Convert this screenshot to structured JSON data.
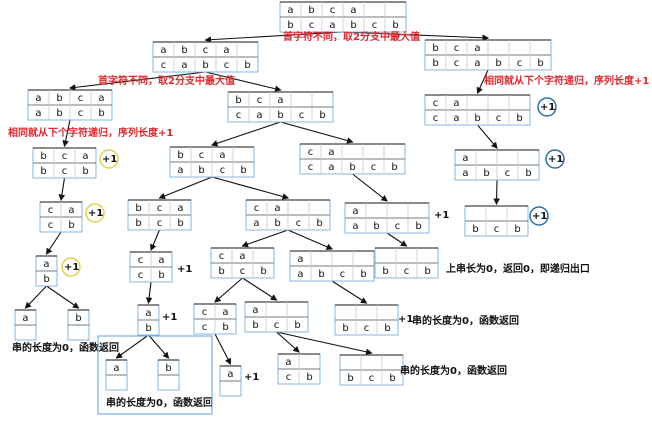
{
  "notes": {
    "root_note": "首字符不同，取2分支中最大值",
    "left_note": "首字符不同，取2分支中最大值",
    "right_note": "相同就从下个字符递归，序列长度+1",
    "left2_note": "相同就从下个字符递归，序列长度+1",
    "end_right": "上串长为0，返回0，即递归出口",
    "end_a": "串的长度为0，函数返回",
    "end_b": "串的长度为0，函数返回",
    "end_c": "串的长度为0，函数返回",
    "end_d": "串的长度为0，函数返回"
  },
  "plus_label": "+1",
  "nodes": {
    "n_root": {
      "top": [
        "a",
        "b",
        "c",
        "a"
      ],
      "bottom": [
        "b",
        "c",
        "a",
        "b",
        "c",
        "b"
      ]
    },
    "n_L": {
      "top": [
        "a",
        "b",
        "c",
        "a"
      ],
      "bottom": [
        "c",
        "a",
        "b",
        "c",
        "b"
      ]
    },
    "n_R": {
      "top": [
        "b",
        "c",
        "a"
      ],
      "bottom": [
        "b",
        "c",
        "a",
        "b",
        "c",
        "b"
      ]
    },
    "n_LL": {
      "top": [
        "a",
        "b",
        "c",
        "a"
      ],
      "bottom": [
        "a",
        "b",
        "c",
        "b"
      ]
    },
    "n_LR": {
      "top": [
        "b",
        "c",
        "a"
      ],
      "bottom": [
        "c",
        "a",
        "b",
        "c",
        "b"
      ]
    },
    "n_R1": {
      "top": [
        "c",
        "a"
      ],
      "bottom": [
        "c",
        "a",
        "b",
        "c",
        "b"
      ]
    },
    "n_LL1": {
      "top": [
        "b",
        "c",
        "a"
      ],
      "bottom": [
        "b",
        "c",
        "b"
      ]
    },
    "n_LRa": {
      "top": [
        "b",
        "c",
        "a"
      ],
      "bottom": [
        "a",
        "b",
        "c",
        "b"
      ]
    },
    "n_LRb": {
      "top": [
        "c",
        "a"
      ],
      "bottom": [
        "c",
        "a",
        "b",
        "c",
        "b"
      ]
    },
    "n_R2": {
      "top": [
        "a"
      ],
      "bottom": [
        "a",
        "b",
        "c",
        "b"
      ]
    },
    "n_LL2": {
      "top": [
        "c",
        "a"
      ],
      "bottom": [
        "c",
        "b"
      ]
    },
    "n_A1": {
      "top": [
        "b",
        "c",
        "a"
      ],
      "bottom": [
        "b",
        "c",
        "b"
      ]
    },
    "n_B1": {
      "top": [
        "c",
        "a"
      ],
      "bottom": [
        "a",
        "b",
        "c",
        "b"
      ]
    },
    "n_Rb": {
      "top": [
        "a"
      ],
      "bottom": [
        "a",
        "b",
        "c",
        "b"
      ]
    },
    "n_R3": {
      "top": [
        ""
      ],
      "bottom": [
        "b",
        "c",
        "b"
      ]
    },
    "n_LL3": {
      "top": [
        "a"
      ],
      "bottom": [
        "b"
      ]
    },
    "n_A2": {
      "top": [
        "c",
        "a"
      ],
      "bottom": [
        "c",
        "b"
      ]
    },
    "n_B2": {
      "top": [
        "c",
        "a"
      ],
      "bottom": [
        "b",
        "c",
        "b"
      ]
    },
    "n_B3": {
      "top": [
        "a"
      ],
      "bottom": [
        "a",
        "b",
        "c",
        "b"
      ]
    },
    "n_B4": {
      "top": [
        ""
      ],
      "bottom": [
        "b",
        "c",
        "b"
      ]
    },
    "n_LLa": {
      "top": [
        "a"
      ],
      "bottom": [
        ""
      ]
    },
    "n_LLb": {
      "top": [
        "b"
      ],
      "bottom": [
        ""
      ]
    },
    "n_A3": {
      "top": [
        "a"
      ],
      "bottom": [
        "b"
      ]
    },
    "n_B5": {
      "top": [
        "c",
        "a"
      ],
      "bottom": [
        "c",
        "b"
      ]
    },
    "n_B6": {
      "top": [
        "a"
      ],
      "bottom": [
        "b",
        "c",
        "b"
      ]
    },
    "n_B7": {
      "top": [
        ""
      ],
      "bottom": [
        "b",
        "c",
        "b"
      ]
    },
    "n_A4": {
      "top": [
        "a"
      ],
      "bottom": [
        ""
      ]
    },
    "n_A5": {
      "top": [
        "b"
      ],
      "bottom": [
        ""
      ]
    },
    "n_B8": {
      "top": [
        "a"
      ],
      "bottom": [
        ""
      ]
    },
    "n_B9": {
      "top": [
        "a"
      ],
      "bottom": [
        "c",
        "b"
      ]
    },
    "n_B10": {
      "top": [
        ""
      ],
      "bottom": [
        "b",
        "c",
        "b"
      ]
    }
  }
}
